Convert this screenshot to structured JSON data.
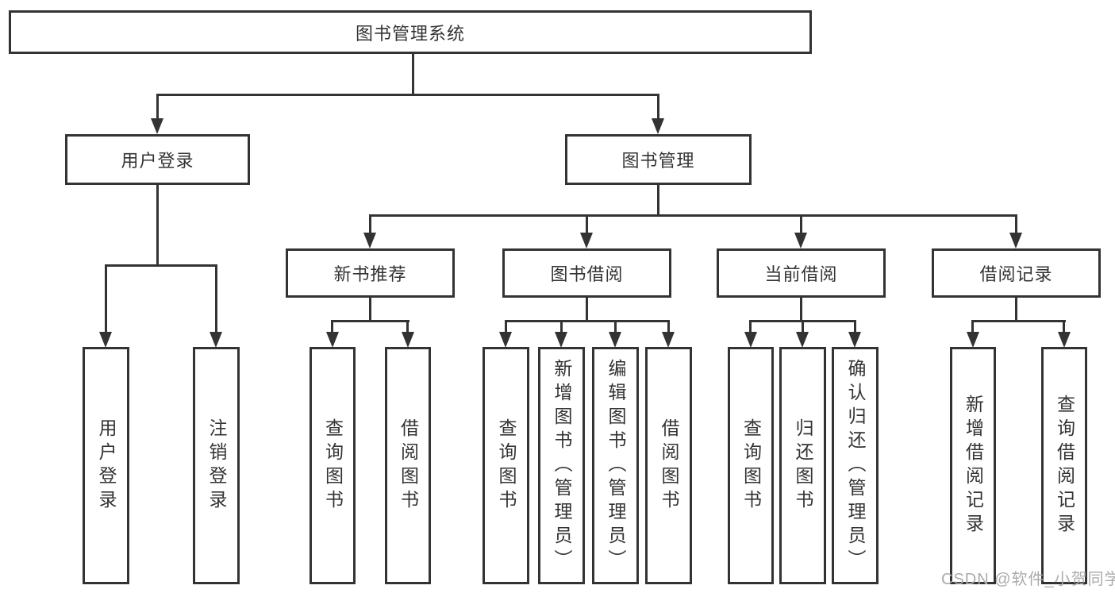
{
  "colors": {
    "line": "#333333",
    "text": "#333333",
    "box_bg": "#ffffff",
    "watermark": "#ababab",
    "page_bg": "#ffffff"
  },
  "watermark": {
    "text": "CSDN @软件_小贺同学"
  },
  "tree": {
    "label": "图书管理系统",
    "children": [
      {
        "label": "用户登录",
        "children": [
          {
            "label": "用户登录"
          },
          {
            "label": "注销登录"
          }
        ]
      },
      {
        "label": "图书管理",
        "children": [
          {
            "label": "新书推荐",
            "children": [
              {
                "label": "查询图书"
              },
              {
                "label": "借阅图书"
              }
            ]
          },
          {
            "label": "图书借阅",
            "children": [
              {
                "label": "查询图书"
              },
              {
                "label": "新增图书（管理员）"
              },
              {
                "label": "编辑图书（管理员）"
              },
              {
                "label": "借阅图书"
              }
            ]
          },
          {
            "label": "当前借阅",
            "children": [
              {
                "label": "查询图书"
              },
              {
                "label": "归还图书"
              },
              {
                "label": "确认归还（管理员）"
              }
            ]
          },
          {
            "label": "借阅记录",
            "children": [
              {
                "label": "新增借阅记录"
              },
              {
                "label": "查询借阅记录"
              }
            ]
          }
        ]
      }
    ]
  }
}
